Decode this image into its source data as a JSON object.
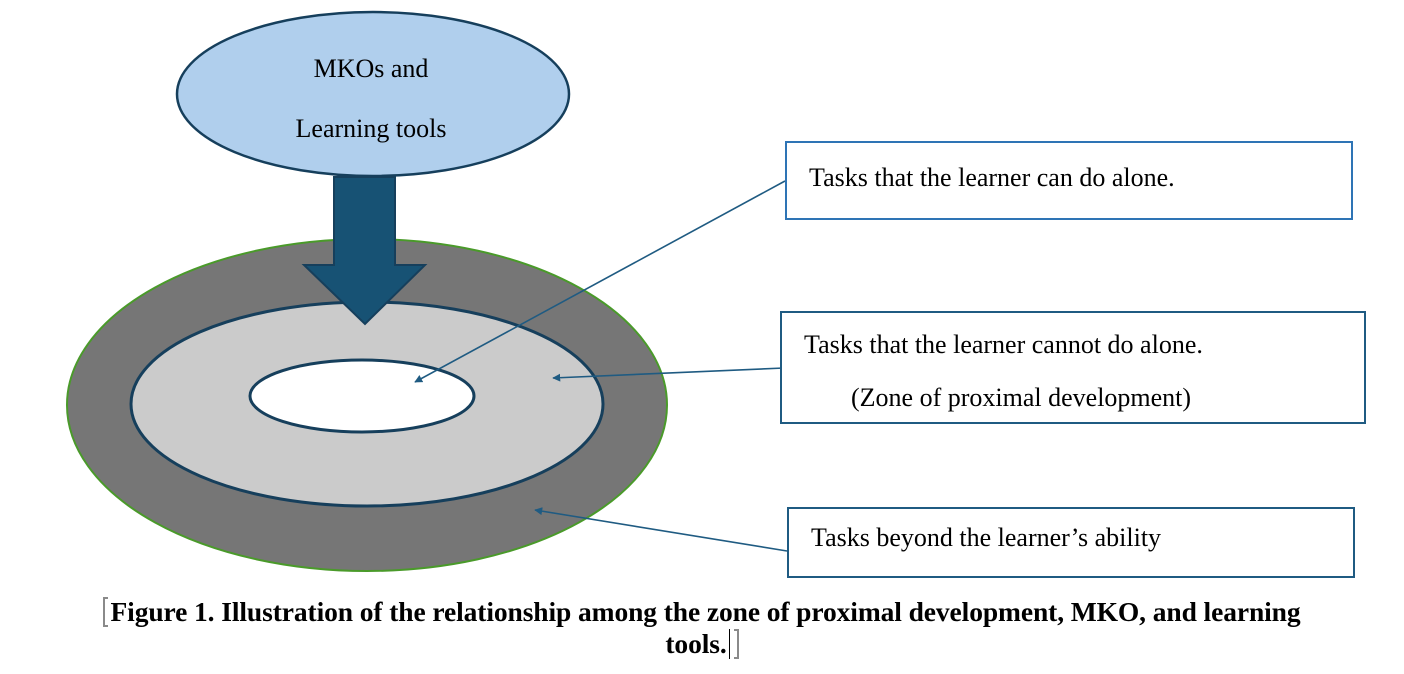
{
  "figure": {
    "source_node": {
      "line1": "MKOs and",
      "line2": "Learning tools"
    },
    "zones": [
      {
        "id": "outer",
        "label": "Tasks beyond the learner’s ability"
      },
      {
        "id": "middle",
        "label": "Tasks that the learner cannot do alone.",
        "sublabel": "(Zone of proximal development)"
      },
      {
        "id": "inner",
        "label": "Tasks that the learner can do alone."
      }
    ],
    "caption": {
      "line1": "Figure 1. Illustration of the relationship among the zone of proximal development, MKO, and learning",
      "line2": "tools."
    }
  },
  "colors": {
    "source_fill": "#b0cfed",
    "dark_blue": "#163f5c",
    "arrow_fill": "#175274",
    "connector": "#1f5b82",
    "outer_fill": "#767676",
    "outer_stroke": "#4a9a2a",
    "middle_fill": "#cbcbcb",
    "inner_fill": "#ffffff",
    "box_border_1": "#2e74b5",
    "box_border_2": "#1f5b82"
  }
}
